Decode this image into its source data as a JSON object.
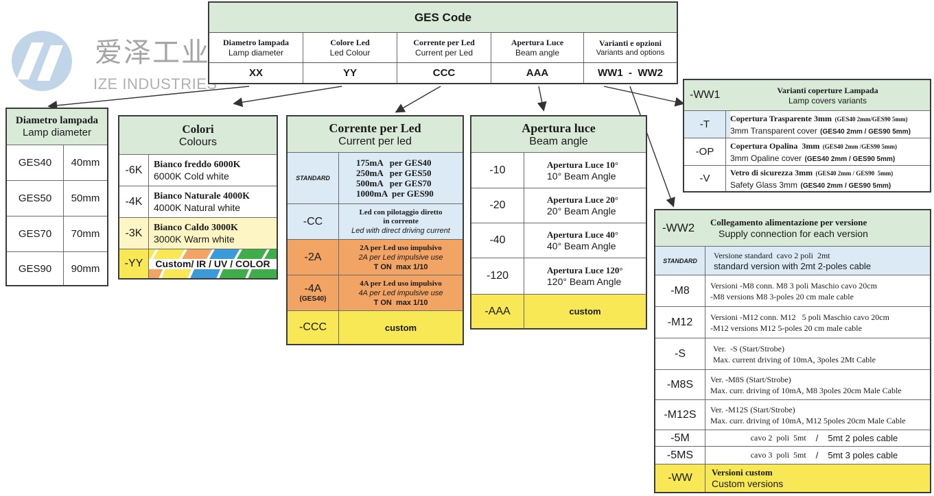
{
  "logo": {
    "chinese": "爱泽工业",
    "english": "IZE INDUSTRIES"
  },
  "ges": {
    "title": "GES Code",
    "columns": [
      {
        "it": "Diametro lampada",
        "en": "Lamp diameter",
        "code": "XX"
      },
      {
        "it": "Colore Led",
        "en": "Led Colour",
        "code": "YY"
      },
      {
        "it": "Corrente per Led",
        "en": "Current per Led",
        "code": "CCC"
      },
      {
        "it": "Apertura Luce",
        "en": "Beam angle",
        "code": "AAA"
      },
      {
        "it": "Varianti e opzioni",
        "en": "Variants and options",
        "code": "WW1  -  WW2"
      }
    ]
  },
  "diameter": {
    "title_it": "Diametro lampada",
    "title_en": "Lamp diameter",
    "rows": [
      {
        "code": "GES40",
        "value": "40mm"
      },
      {
        "code": "GES50",
        "value": "50mm"
      },
      {
        "code": "GES70",
        "value": "70mm"
      },
      {
        "code": "GES90",
        "value": "90mm"
      }
    ]
  },
  "colours": {
    "title_it": "Colori",
    "title_en": "Colours",
    "rows": [
      {
        "code": "-6K",
        "it": "Bianco freddo 6000K",
        "en": "6000K Cold white"
      },
      {
        "code": "-4K",
        "it": "Bianco Naturale 4000K",
        "en": "4000K Natural white"
      },
      {
        "code": "-3K",
        "it": "Bianco Caldo 3000K",
        "en": "3000K Warm white"
      },
      {
        "code": "-YY",
        "it": "Custom/ IR / UV / COLOR",
        "en": ""
      }
    ]
  },
  "current": {
    "title_it": "Corrente per Led",
    "title_en": "Current per led",
    "standard_badge": "STANDARD",
    "standard_lines": [
      "175mA   per GES40",
      "250mA   per GES50",
      "500mA   per GES70",
      "1000mA  per GES90"
    ],
    "cc": {
      "code": "-CC",
      "it1": "Led con pilotaggio diretto",
      "it2": "in corrente",
      "en": "Led with direct driving current"
    },
    "a2": {
      "code": "-2A",
      "it": "2A per Led uso impulsivo",
      "en": "2A per Led impulsive use",
      "ton": "T ON  max 1/10"
    },
    "a4": {
      "code": "-4A",
      "sub": "(GES40)",
      "it": "4A per Led uso impulsivo",
      "en": "4A per Led impulsive use",
      "ton": "T ON  max 1/10"
    },
    "custom": {
      "code": "-CCC",
      "label": "custom"
    }
  },
  "beam": {
    "title_it": "Apertura luce",
    "title_en": "Beam angle",
    "rows": [
      {
        "code": "-10",
        "it": "Apertura Luce 10°",
        "en": "10° Beam Angle"
      },
      {
        "code": "-20",
        "it": "Apertura Luce 20°",
        "en": "20° Beam Angle"
      },
      {
        "code": "-40",
        "it": "Apertura Luce 40°",
        "en": "40° Beam Angle"
      },
      {
        "code": "-120",
        "it": "Apertura Luce 120°",
        "en": "120° Beam Angle"
      }
    ],
    "custom": {
      "code": "-AAA",
      "label": "custom"
    }
  },
  "ww1": {
    "code": "-WW1",
    "title_it": "Varianti coperture Lampada",
    "title_en": "Lamp covers variants",
    "rows": [
      {
        "code": "-T",
        "it": "Copertura Trasparente 3mm",
        "it_small": "(GES40 2mm/GES90 5mm)",
        "en": "3mm Transparent cover",
        "en_small": "(GES40 2mm / GES90 5mm)"
      },
      {
        "code": "-OP",
        "it": "Copertura Opalina  3mm",
        "it_small": "(GES40 2mm /GES90 5mm)",
        "en": "3mm Opaline cover",
        "en_small": "(GES40 2mm / GES90 5mm)"
      },
      {
        "code": "-V",
        "it": "Vetro di sicurezza 3mm",
        "it_small": "(GES40 2mm / GES90  5mm)",
        "en": "Safety Glass 3mm",
        "en_small": "(GES40 2mm / GES90 5mm)"
      }
    ]
  },
  "ww2": {
    "code": "-WW2",
    "title_it": "Collegamento alimentazione per versione",
    "title_en": "Supply connection for each version",
    "standard_badge": "STANDARD",
    "standard_it": "Versione standard  cavo 2 poli  2mt",
    "standard_en": "standard version with 2mt 2-poles cable",
    "rows": [
      {
        "code": "-M8",
        "l1": "Versioni -M8 conn. M8 3 poli Maschio cavo 20cm",
        "l2": "-M8 versions M8 3-poles 20 cm male cable"
      },
      {
        "code": "-M12",
        "l1": "Versioni -M12 conn. M12   5 poli Maschio cavo 20cm",
        "l2": "-M12 versions M12 5-poles 20 cm male cable"
      },
      {
        "code": "-S",
        "l1": "Ver.  -S (Start/Strobe)",
        "l2": "Max. current driving of 10mA, 3poles 2Mt Cable"
      },
      {
        "code": "-M8S",
        "l1": "Ver. -M8S (Start/Strobe)",
        "l2": "Max. curr. driving of 10mA, M8 3poles 20cm Male Cable"
      },
      {
        "code": "-M12S",
        "l1": "Ver. -M12S (Start/Strobe)",
        "l2": "Max. curr. driving of 10mA, M12 5poles 20cm Male Cable"
      }
    ],
    "m5": {
      "code": "-5M",
      "it": "cavo 2  poli  5mt",
      "en": "5mt 2 poles cable"
    },
    "m5s": {
      "code": "-5MS",
      "it": "cavo 3  poli  5mt",
      "en": "5mt 3 poles cable"
    },
    "custom": {
      "code": "-WW",
      "it": "Versioni custom",
      "en": "Custom versions"
    }
  },
  "colors": {
    "header_green": "#d9ead8",
    "standard_blue": "#dbeaf5",
    "impulse_orange": "#f2a465",
    "custom_yellow": "#f8e855",
    "warm_cream": "#fdf6c4"
  }
}
